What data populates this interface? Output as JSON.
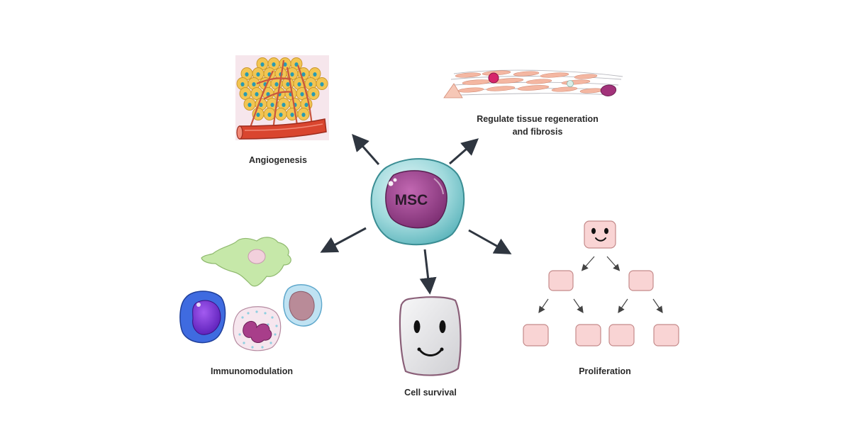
{
  "center": {
    "label": "MSC"
  },
  "effects": {
    "angiogenesis": "Angiogenesis",
    "regeneration_line1": "Regulate tissue regeneration",
    "regeneration_line2": "and fibrosis",
    "immunomodulation": "Immunomodulation",
    "cell_survival": "Cell survival",
    "proliferation": "Proliferation"
  },
  "colors": {
    "arrow": "#2f3640",
    "msc_outer": "#8fd0d4",
    "msc_nucleus": "#9a3f8c",
    "vessel": "#d9452f",
    "cell_yellow": "#f2c552",
    "macrophage": "#bfe3a6",
    "prolif_box": "#f9d4d4",
    "survival_box": "#e4e4e6"
  }
}
